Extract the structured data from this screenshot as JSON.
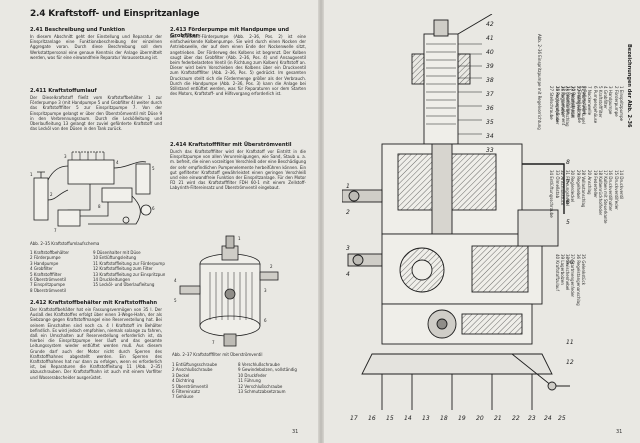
{
  "chapter_title": "2.4 Kraftstoff- und Einspritzanlage",
  "s241": {
    "heading": "2.41 Beschreibung und Funktion",
    "text": "In diesem Abschnitt geht der Einstellung und Reparatur der Einspritzanlage eine Funktionsbeschreibung der einzelnen Aggregate voran. Durch diese Beschreibung soll dem Werkstattpersonal eine genaue Kenntnis der Anlage übermittelt werden, was für eine einwandfreie Reparatur Voraussetzung ist."
  },
  "s2411": {
    "heading": "2.411 Kraftstoffumlauf",
    "text": "Der Dieselkraftstoff fließt vom Kraftstoffbehälter 1 zur Förderpumpe 3 (mit Handpumpe 5 und Grobfilter 4) weiter durch das Kraftstofffilter 5 zur Einspritzpumpe 7. Von der Einspritzpumpe gelangt er über den Überströmventil mit Düse 9 in den Verbrennungsraum. Durch die Leckölleitung und Überlaufleitung 13 gelangt der zuviel geförderte Kraftstoff und das Lecköl von den Düsen in den Tank zurück."
  },
  "fig235_caption": "Abb. 2–35  Kraftstoffumlaufschema",
  "fig235_legend_left": [
    "1 Kraftstoffbehälter",
    "2 Förderpumpe",
    "3 Handpumpe",
    "4 Grobfilter",
    "5 Kraftstofffilter",
    "6 Überströmventil",
    "7 Einspritzpumpe",
    "8 Überströmventil"
  ],
  "fig235_legend_right": [
    "9 Düsenhalter mit Düse",
    "10 Entlüftungsleitung",
    "11 Kraftstoffleitung zur Förderpumpe",
    "12 Kraftstoffleitung zum Filter",
    "13 Kraftstoffleitung zur Einspritzpumpe",
    "14 Druckleitungen",
    "15 Lecköl- und Überlaufleitung"
  ],
  "s2412": {
    "heading": "2.412 Kraftstoffbehälter mit Kraftstoffhahn",
    "text": "Der Kraftstoffbehälter hat ein Fassungsvermögen von 35 l. Der Auslaß des Kraftstoffes erfolgt über einen 3-Wege-Hahn, der als Siebzange gegen Kraftstoffmangel eine Reservestellung hat. Bei seinem Einschalten sind noch ca. 4 l Kraftstoff im Behälter befindlich. Es wird jedoch empfohlen, niemals solange zu fahren, daß ein Umschalten auf Reservestellung erforderlich ist, da hierbei die Einspritzpumpe leer läuft und das gesamte Leitungssystem wieder entlüftet werden muß. Aus diesem Grunde darf auch der Motor nicht durch Sperren des Kraftstoffhahnes abgestellt werden. Ein Sperren des Kraftstoffhahnes hat nur dann zu erfolgen, wenn es erforderlich ist, bei Reparaturen die Kraftstoffleitung 11 (Abb. 2–35) abzuschrauben. Der Kraftstoffhahn ist auch mit einem Vorfilter und Wasserabscheider ausgerüstet."
  },
  "s2413": {
    "heading": "2.413 Förderpumpe mit Handpumpe und Grobfilter",
    "text": "Die Kraftstoff-Förderpumpe (Abb. 2–36, Pos. 2) ist eine einfachwirkende Kolbenpumpe. Sie wird durch einen Nocken der Antriebswelle, der auf dem einen Ende der Nockenwelle sitzt, angetrieben. Der Förderweg des Kolbens ist begrenzt. Der Kolben saugt über das Grobfilter (Abb. 2–36, Pos. 4) und Ansaugventil beim federbelasteten Ventil (in Richtung zum Kolben) Kraftstoff an. Dieser wird beim Vorschieben des Kolbens über ein Druckventil zum Kraftstofffilter (Abb. 2–36, Pos. 5) gedrückt. Im gesamten Druckraum stellt sich die Fördermenge größer als der Verbrauch. Durch die Handpumpe (Abb. 2–36, Pos. 3) kann die Anlage bei Stillstand entlüftet werden, was für Reparaturen vor dem Starten des Motors, Kraftstoff- und Hilfsvorgang erforderlich ist."
  },
  "s2414": {
    "heading": "2.414 Kraftstofffilter mit Überströmventil",
    "text": "Durch das Kraftstofffilter wird der Kraftstoff vor Eintritt in die Einspritzpumpe von allen Verunreinigungen, wie Sand, Staub u. a. m. befreit, die einen vorzeitigen Verschleiß oder eine Beschädigung der sehr empfindlichen Pumpenelemente herbeiführen können. Ein gut gefilterter Kraftstoff gewährleistet einen geringen Verschleiß und eine einwandfreie Funktion der Einspritzanlage. Für den Motor FD 21 wird das Kraftstofffilter FDH 60-1 mit einem Zellstoff-Labyrinth-Filtereinsatz und Überströmventil eingebaut."
  },
  "fig237_caption": "Abb. 2–37  Kraftstofffilter mit Überströmventil",
  "fig237_legend_left": [
    "1 Entlüftungsschraube",
    "2 Anschlußschraube",
    "3 Deckel",
    "4 Dichtring",
    "5 Überströmventil",
    "6 Filtereinsatz",
    "7 Gehäuse"
  ],
  "fig237_legend_right": [
    "8 Verschlußschraube",
    "9 Gewindebolzen, vollständig",
    "10 Druckfeder",
    "11 Führung",
    "12 Verschlußschraube",
    "13 Schmutzabsetzraum"
  ],
  "page_left_number": "31",
  "page_right_number": "31",
  "fig236_caption": "Abb. 2–36  Einspritzpumpe mit Regelvorrichtung",
  "fig236_title": "Bezeichnungen der Abb. 2–36",
  "fig236_legend_a": [
    "1 Einspritzpumpe",
    "2 Förderpumpe",
    "3 Handpumpe",
    "4 Grobfilter",
    "5 Kraftstofffilter",
    "6 Pumpengehäuse",
    "7 Nockenwelle",
    "8 Rollenstößel",
    "9 Einstellschraube",
    "10 Regelstange",
    "11 Regelhülse",
    "12 Pumpenelement",
    "13 Pumpenzylinder",
    "14 Druckventil",
    "15 Druckventilfeder",
    "16 Druckventilhalter",
    "17 Kolben mit Steuerkante",
    "18 Kolbenrückholfeder",
    "19 Federteller",
    "20 Anschlag"
  ],
  "fig236_legend_b": [
    "21 Muffe mit Kugel",
    "22 Fliehgewicht",
    "23 Verstellhebel",
    "24 Leerlaufanschlag",
    "25 Reglerfeder",
    "26 Reglergehäuse",
    "27 Stellschraube",
    "28 Vollastanschlag",
    "29 Regelhebel",
    "30 Reglerdeckel",
    "31 Führungshebel",
    "32 Anschlußstück",
    "33 Ölmeßstab",
    "34 Entlüftungsschraube",
    "35 Gelenkstück",
    "36 Regelstangenanschlag",
    "37 Startmengenfeder",
    "38 Zwischenhebel",
    "39 Lagerbolzen",
    "40 Kraftstoffzulauf"
  ],
  "callout_numbers_top": [
    "42",
    "41",
    "40",
    "39",
    "38",
    "37",
    "36",
    "35",
    "34",
    "33"
  ],
  "callout_numbers_left": [
    "1",
    "2",
    "3",
    "4"
  ],
  "callout_numbers_right": [
    "8",
    "7",
    "6",
    "5",
    "10",
    "11",
    "12"
  ],
  "callout_numbers_bottom": [
    "17",
    "16",
    "15",
    "14",
    "13",
    "18",
    "19",
    "20",
    "21",
    "22",
    "23",
    "24",
    "25"
  ],
  "fig235_callouts": [
    "1",
    "2",
    "3",
    "4",
    "5",
    "6",
    "7",
    "8",
    "9",
    "10",
    "11",
    "12",
    "13",
    "14",
    "15"
  ],
  "fig237_callouts": [
    "1",
    "2",
    "3",
    "4",
    "5",
    "6",
    "7",
    "8",
    "9",
    "10",
    "11",
    "12",
    "13"
  ]
}
